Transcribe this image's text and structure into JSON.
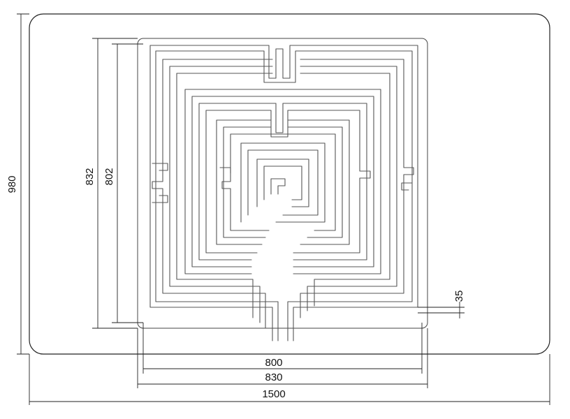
{
  "dimensions": {
    "total_width": "1500",
    "total_height": "980",
    "maze_outer_width": "830",
    "maze_inner_width": "800",
    "maze_outer_height": "832",
    "maze_inner_height": "802",
    "pipe_spacing": "35"
  },
  "colors": {
    "line": "#222222",
    "pipe": "#555555",
    "background": "#ffffff"
  }
}
